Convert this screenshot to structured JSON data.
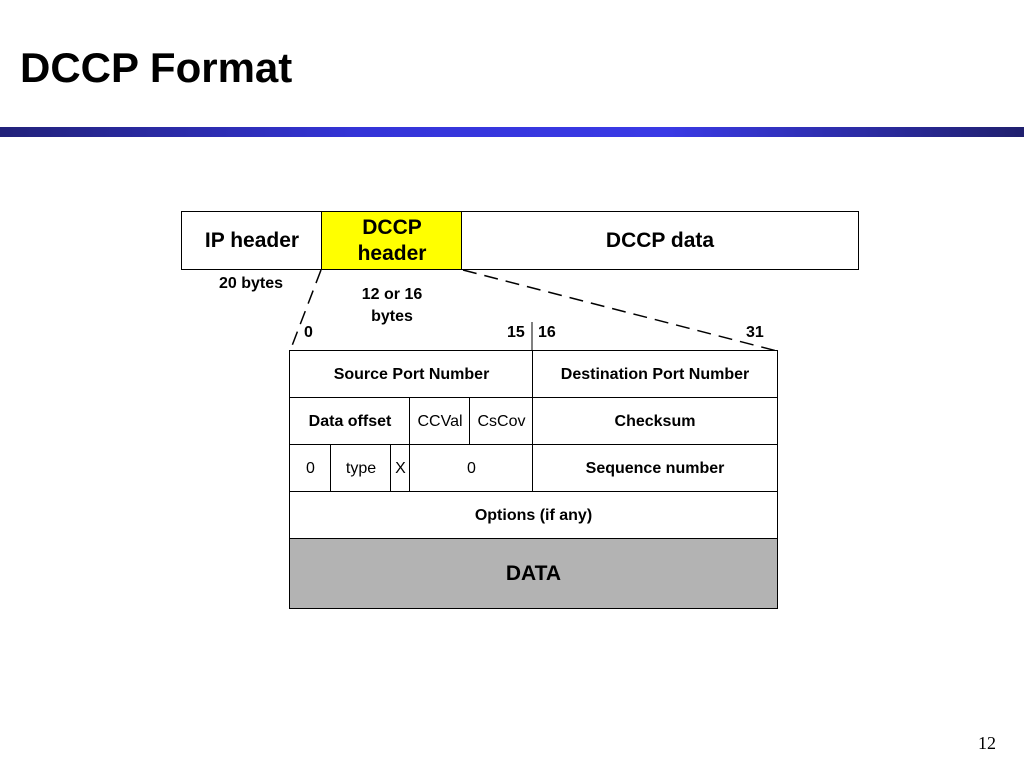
{
  "slide": {
    "title": "DCCP Format",
    "page_number": "12"
  },
  "packet": {
    "ip_header": "IP header",
    "dccp_header_line1": "DCCP",
    "dccp_header_line2": "header",
    "dccp_data": "DCCP data",
    "ip_size": "20 bytes",
    "dccp_size_line1": "12 or 16",
    "dccp_size_line2": "bytes",
    "highlight_color": "#ffff00"
  },
  "bits": {
    "b0": "0",
    "b15": "15",
    "b16": "16",
    "b31": "31"
  },
  "header_fields": {
    "source_port": "Source Port Number",
    "destination_port": "Destination Port Number",
    "data_offset": "Data offset",
    "ccval": "CCVal",
    "cscov": "CsCov",
    "checksum": "Checksum",
    "res": "0",
    "type": "type",
    "x": "X",
    "reserved": "0",
    "sequence": "Sequence number",
    "options": "Options (if any)",
    "data": "DATA",
    "data_color": "#b3b3b3"
  }
}
